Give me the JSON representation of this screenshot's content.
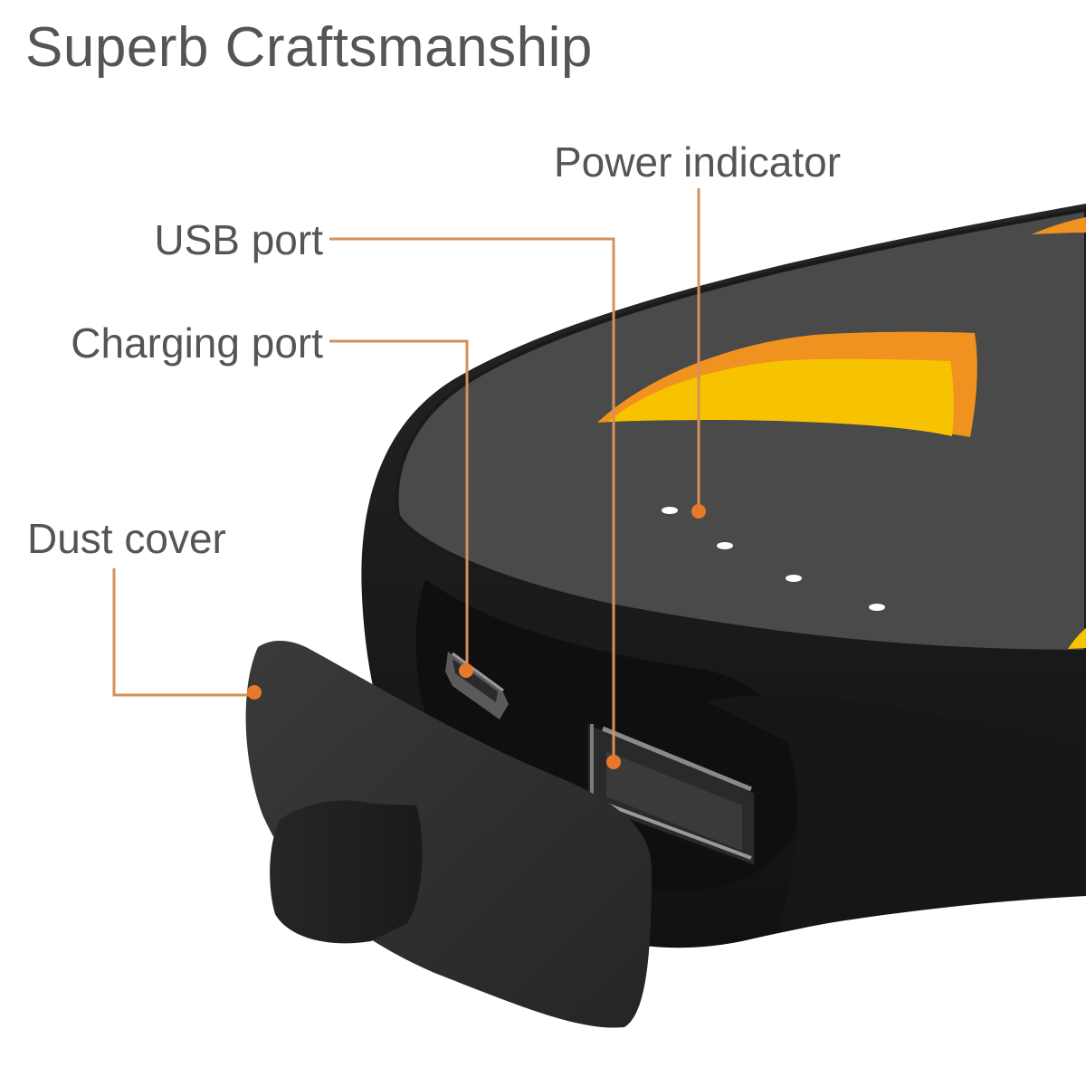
{
  "title": "Superb Craftsmanship",
  "callouts": [
    {
      "id": "power",
      "label": "Power indicator"
    },
    {
      "id": "usb",
      "label": "USB port"
    },
    {
      "id": "charging",
      "label": "Charging port"
    },
    {
      "id": "dust",
      "label": "Dust cover"
    }
  ],
  "labels": {
    "power": "Power indicator",
    "usb": "USB port",
    "charging": "Charging port",
    "dust": "Dust cover"
  },
  "colors": {
    "text": "#555555",
    "leader_line": "#D4915A",
    "callout_dot": "#E8792A",
    "device_top": "#4A4A4A",
    "device_body": "#1C1C1C",
    "accent_orange": "#F0921F",
    "accent_yellow": "#F7C300",
    "led": "#FFFFFF"
  },
  "indicator_leds": 4
}
